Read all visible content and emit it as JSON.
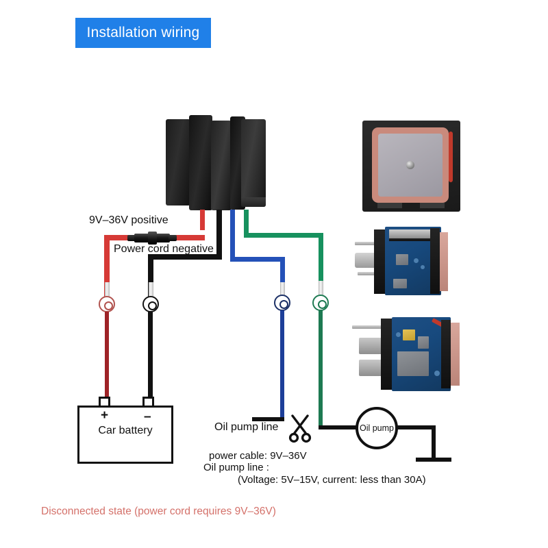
{
  "title": {
    "text": "Installation wiring",
    "banner_color": "#2080e8",
    "text_color": "#ffffff"
  },
  "labels": {
    "positive_wire": "9V–36V positive",
    "negative_wire": "Power cord negative",
    "oil_pump_line": "Oil pump line",
    "battery": "Car battery",
    "battery_positive_sign": "+",
    "battery_negative_sign": "–",
    "oil_pump_node": "Oil pump"
  },
  "notes": {
    "line1": "power cable: 9V–36V",
    "line2": "Oil pump line :",
    "line3": "(Voltage: 5V–15V, current: less than 30A)"
  },
  "footer": {
    "text": "Disconnected state (power cord requires 9V–36V)",
    "color": "#d4716a"
  },
  "wires": [
    {
      "name": "positive",
      "color": "#9e2327",
      "label": "9V–36V positive",
      "terminal": "ring-terminal-red"
    },
    {
      "name": "negative",
      "color": "#111111",
      "label": "Power cord negative",
      "terminal": "ring-terminal-black"
    },
    {
      "name": "oil-pump-signal",
      "color": "#1d3f99",
      "label": "Oil pump line",
      "terminal": "ring-terminal-blue"
    },
    {
      "name": "oil-pump-return",
      "color": "#1d7a52",
      "label": "",
      "terminal": "ring-terminal-green"
    }
  ],
  "components": {
    "tracker": "gps-tracker-device",
    "antenna": "gps-patch-antenna",
    "module_upper": "relay-pcb-module-upper",
    "module_lower": "relay-pcb-module-lower",
    "connector": "inline-bullet-connector",
    "scissors": "scissors-cut-icon",
    "ground": "ground-symbol"
  }
}
